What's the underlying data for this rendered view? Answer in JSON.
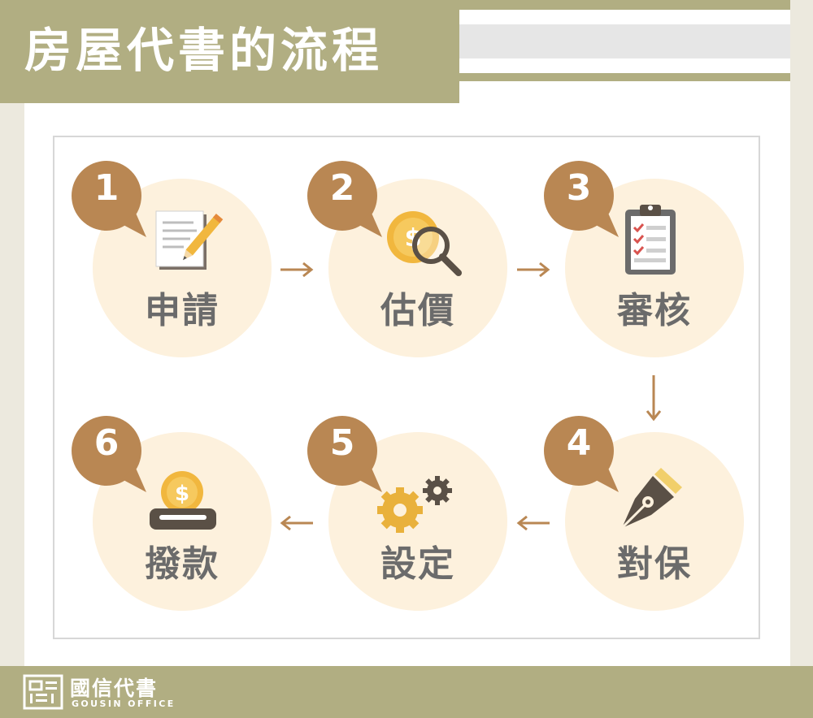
{
  "title": "房屋代書的流程",
  "steps": [
    {
      "number": "1",
      "label": "申請",
      "icon": "document-pencil-icon"
    },
    {
      "number": "2",
      "label": "估價",
      "icon": "coin-magnifier-icon"
    },
    {
      "number": "3",
      "label": "審核",
      "icon": "clipboard-checklist-icon"
    },
    {
      "number": "4",
      "label": "對保",
      "icon": "fountain-pen-icon"
    },
    {
      "number": "5",
      "label": "設定",
      "icon": "gears-icon"
    },
    {
      "number": "6",
      "label": "撥款",
      "icon": "coin-slot-icon"
    }
  ],
  "footer": {
    "brand_name": "國信代書",
    "brand_sub": "GOUSIN OFFICE"
  },
  "colors": {
    "olive": "#b1ae82",
    "badge_brown": "#b98753",
    "circle_cream": "#fdf1dd",
    "label_gray": "#6b6b6b",
    "coin_gold": "#f1b73e",
    "arrow_brown": "#b98753"
  }
}
